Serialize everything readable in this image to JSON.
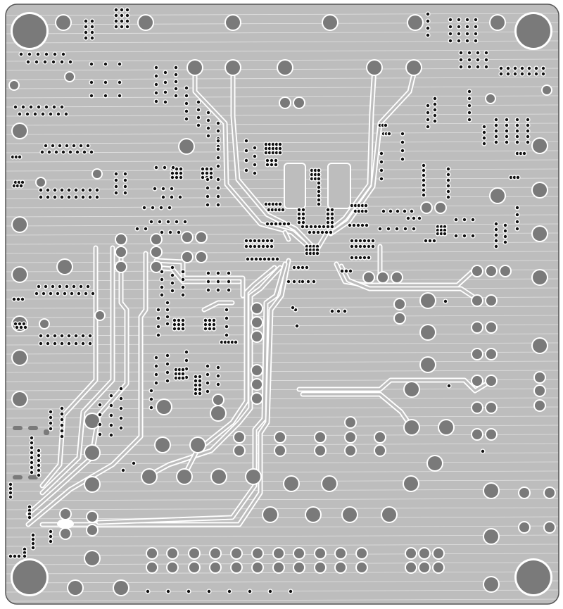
{
  "pcb": {
    "colors": {
      "background": "#ffffff",
      "copper_pour": "#bdbdbd",
      "pad": "#7a7a7a",
      "via": "#111111",
      "clearance": "#ffffff",
      "outline": "#555555"
    },
    "layer_description": "",
    "features": [
      "mounting-hole",
      "pad",
      "via",
      "trace",
      "copper-pour",
      "board-outline"
    ]
  }
}
